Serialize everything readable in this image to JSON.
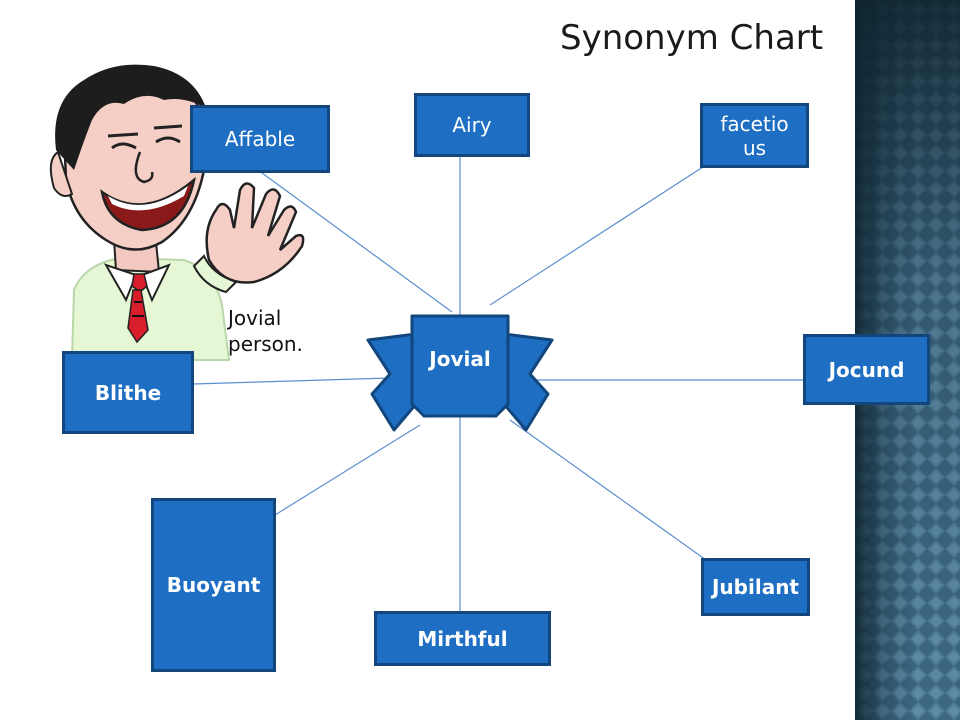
{
  "title": "Synonym Chart",
  "center_word": "Jovial",
  "synonyms": {
    "affable": "Affable",
    "airy": "Airy",
    "facetious": "facetio\nus",
    "blithe": "Blithe",
    "jocund": "Jocund",
    "buoyant": "Buoyant",
    "mirthful": "Mirthful",
    "jubilant": "Jubilant"
  },
  "illustration_caption": "Jovial\nperson.",
  "colors": {
    "box_fill": "#1e6fc3",
    "box_border": "#12467d",
    "connector": "#5b8fcf",
    "side_panel": "#3a5f78"
  },
  "icons": {
    "illustration": "laughing-man-icon",
    "banner": "ribbon-banner-icon"
  }
}
